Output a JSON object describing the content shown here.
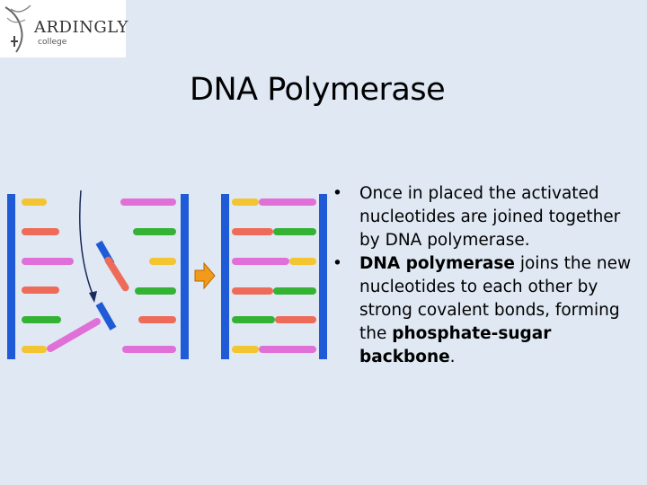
{
  "logo": {
    "name": "ARDINGLY",
    "sub": "college"
  },
  "title": "DNA Polymerase",
  "bullets": [
    {
      "parts": [
        {
          "text": "Once in placed the activated nucleotides are joined together by DNA polymerase.",
          "bold": false
        }
      ]
    },
    {
      "parts": [
        {
          "text": "DNA polymerase",
          "bold": true
        },
        {
          "text": " joins the new nucleotides to each other by strong covalent bonds, forming the ",
          "bold": false
        },
        {
          "text": "phosphate-sugar backbone",
          "bold": true
        },
        {
          "text": ".",
          "bold": false
        }
      ]
    }
  ],
  "colors": {
    "background": "#dfe8f3",
    "backbone": "#1f5bd6",
    "yellow": "#f2c531",
    "red": "#ee6b5a",
    "pink": "#e070d8",
    "green": "#34b234",
    "arrow": "#f29a1a"
  }
}
